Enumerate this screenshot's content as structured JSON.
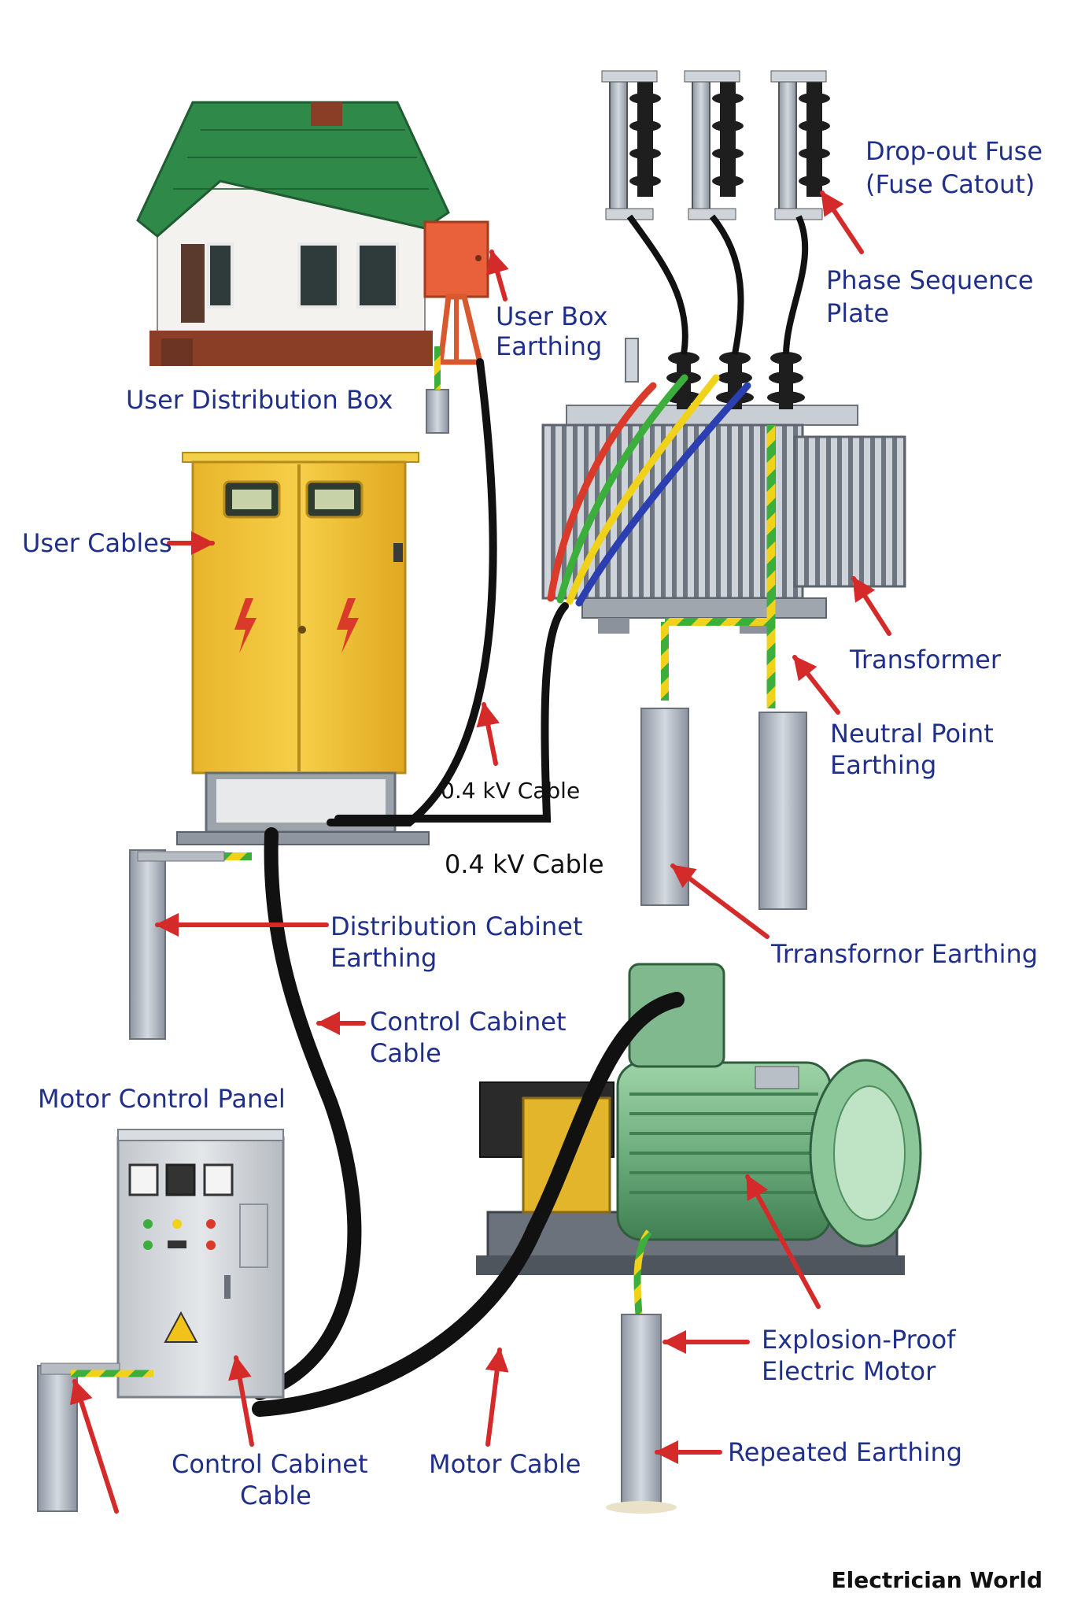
{
  "labels": {
    "dropout_fuse": "Drop-out Fuse",
    "dropout_fuse_2": "(Fuse Catout)",
    "phase_sequence": "Phase Sequence",
    "phase_sequence_2": "Plate",
    "user_box_earthing": "User Box",
    "user_box_earthing_2": "Earthing",
    "user_distribution_box": "User Distribution Box",
    "user_cables": "User Cables",
    "transformer": "Transformer",
    "neutral_point_earthing": "Neutral Point",
    "neutral_point_earthing_2": "Earthing",
    "cable_04kv_a": "0.4 kV Cable",
    "cable_04kv_b": "0.4 kV Cable",
    "distribution_cabinet_earthing": "Distribution Cabinet",
    "distribution_cabinet_earthing_2": "Earthing",
    "transformer_earthing": "Trransfornor Earthing",
    "control_cabinet_cable_top": "Control Cabinet",
    "control_cabinet_cable_top_2": "Cable",
    "motor_control_panel": "Motor Control Panel",
    "explosion_proof_motor": "Explosion-Proof",
    "explosion_proof_motor_2": "Electric Motor",
    "repeated_earthing": "Repeated Earthing",
    "control_cabinet_cable_bottom": "Control Cabinet",
    "control_cabinet_cable_bottom_2": "Cable",
    "motor_cable": "Motor Cable"
  },
  "brand": "Electrician World",
  "colors": {
    "label_text": "#1f2f8a",
    "arrow": "#d42a2a",
    "cabinet_yellow": "#f2c53a",
    "motor_green": "#6fae7f",
    "roof_green": "#2f8a4a",
    "phase_red": "#d93a2a",
    "phase_green": "#3cae3c",
    "phase_yellow": "#f0d21a",
    "phase_blue": "#2c3fb0",
    "earth_yellow_green": "#b5c22a"
  }
}
